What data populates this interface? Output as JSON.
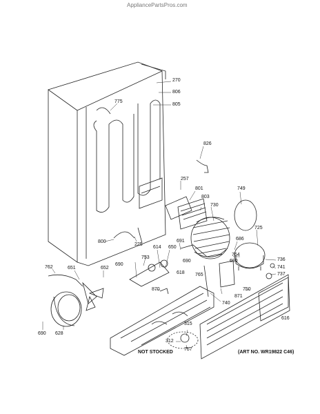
{
  "watermark": "AppliancePartsPros.com",
  "not_stocked": "NOT STOCKED",
  "art_number": "(ART NO. WR19822 C46)",
  "callouts": {
    "c270": "270",
    "c806": "806",
    "c805": "805",
    "c775": "775",
    "c826": "826",
    "c257": "257",
    "c801": "801",
    "c749": "749",
    "c803": "803",
    "c730": "730",
    "c725": "725",
    "c800": "800",
    "c225": "225",
    "c691": "691",
    "c686": "686",
    "c614": "614",
    "c650": "650",
    "c764": "764",
    "c690a": "690",
    "c690b": "690",
    "c736": "736",
    "c762": "762",
    "c651": "651",
    "c652": "652",
    "c753": "753",
    "c690c": "690",
    "c618": "618",
    "c741": "741",
    "c737": "737",
    "c765": "765",
    "c871": "871",
    "c750": "750",
    "c870": "870",
    "c740": "740",
    "c616": "616",
    "c315": "315",
    "c312": "312",
    "c757": "757",
    "c690d": "690",
    "c628": "628"
  }
}
